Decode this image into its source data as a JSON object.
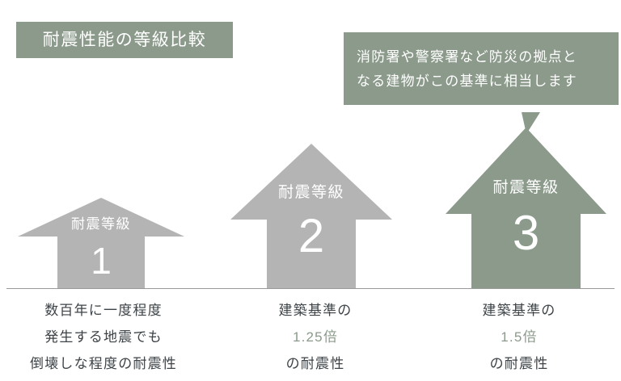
{
  "title": {
    "text": "耐震性能の等級比較"
  },
  "callout": {
    "lines": [
      "消防署や警察署など防災の拠点と",
      "なる建物がこの基準に相当します"
    ]
  },
  "houses": [
    {
      "grade_label": "耐震等級",
      "grade_number": "1",
      "color": "#b4b4b4"
    },
    {
      "grade_label": "耐震等級",
      "grade_number": "2",
      "color": "#b4b4b4"
    },
    {
      "grade_label": "耐震等級",
      "grade_number": "3",
      "color": "#8b9a8b"
    }
  ],
  "captions": [
    {
      "lines": [
        {
          "text": "数百年に一度程度",
          "accent": false
        },
        {
          "text": "発生する地震でも",
          "accent": false
        },
        {
          "text": "倒壊しな程度の耐震性",
          "accent": false
        }
      ]
    },
    {
      "lines": [
        {
          "text": "建築基準の",
          "accent": false
        },
        {
          "text": "1.25倍",
          "accent": true
        },
        {
          "text": "の耐震性",
          "accent": false
        }
      ]
    },
    {
      "lines": [
        {
          "text": "建築基準の",
          "accent": false
        },
        {
          "text": "1.5倍",
          "accent": true
        },
        {
          "text": "の耐震性",
          "accent": false
        }
      ]
    }
  ],
  "colors": {
    "accent_green": "#8b9a8b",
    "neutral_gray": "#b4b4b4",
    "text_dark": "#3d4347",
    "background": "#ffffff",
    "ground_line": "#9a9a9a"
  }
}
